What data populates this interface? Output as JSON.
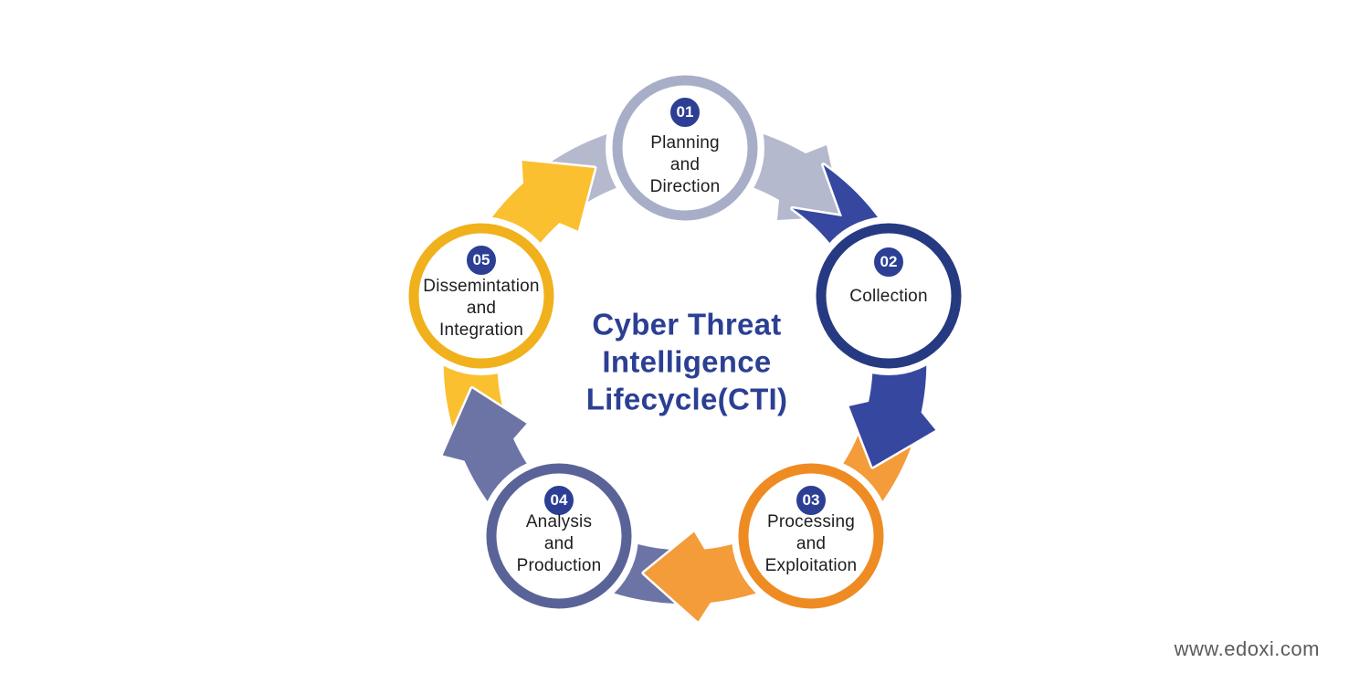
{
  "title": {
    "lines": [
      "Cyber Threat",
      "Intelligence",
      "Lifecycle(CTI)"
    ],
    "color": "#2b3f93"
  },
  "stages": [
    {
      "number": "01",
      "lines": [
        "Planning",
        "and",
        "Direction"
      ],
      "ring_color": "#a8aec7",
      "band_color": "#b5b9ce"
    },
    {
      "number": "02",
      "lines": [
        "Collection"
      ],
      "ring_color": "#253a81",
      "band_color": "#36479f"
    },
    {
      "number": "03",
      "lines": [
        "Processing",
        "and",
        "Exploitation"
      ],
      "ring_color": "#ee8b23",
      "band_color": "#f49b3a"
    },
    {
      "number": "04",
      "lines": [
        "Analysis",
        "and",
        "Production"
      ],
      "ring_color": "#5a6398",
      "band_color": "#6c74a6"
    },
    {
      "number": "05",
      "lines": [
        "Dissemintation",
        "and",
        "Integration"
      ],
      "ring_color": "#f0b11c",
      "band_color": "#fac02f"
    }
  ],
  "badge": {
    "background": "#2c3f94",
    "text_color": "#ffffff"
  },
  "label_text_color": "#1e1e20",
  "watermark": {
    "text": "www.edoxi.com",
    "color": "#5b5b5b"
  }
}
